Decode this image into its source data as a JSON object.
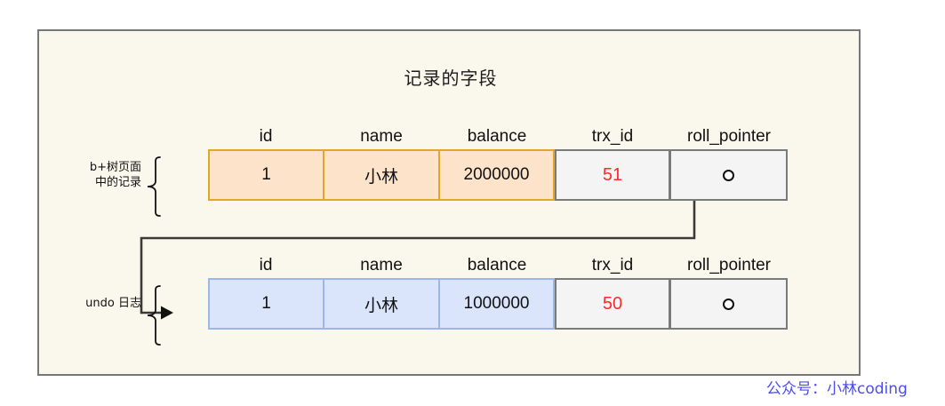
{
  "diagram": {
    "title": "记录的字段",
    "background_color": "#FAF8EC",
    "border_color": "#777777"
  },
  "columns": [
    {
      "key": "id",
      "label": "id"
    },
    {
      "key": "name",
      "label": "name"
    },
    {
      "key": "balance",
      "label": "balance"
    },
    {
      "key": "trx_id",
      "label": "trx_id"
    },
    {
      "key": "roll_pointer",
      "label": "roll_pointer"
    }
  ],
  "records": [
    {
      "annotation": "b+树页面\n中的记录",
      "annotation_line1": "b+树页面",
      "annotation_line2": "中的记录",
      "fill_color": "#FCE3C9",
      "border_color": "#E0A829",
      "cells": {
        "id": "1",
        "name": "小林",
        "balance": "2000000",
        "trx_id": "51",
        "roll_pointer": "pointer-circle-icon"
      }
    },
    {
      "annotation": "undo 日志",
      "annotation_line1": "undo 日志",
      "annotation_line2": "",
      "fill_color": "#DAE4FB",
      "border_color": "#9CB6E8",
      "cells": {
        "id": "1",
        "name": "小林",
        "balance": "1000000",
        "trx_id": "50",
        "roll_pointer": "pointer-circle-icon"
      }
    }
  ],
  "trx_id_color": "#FF2A2A",
  "connector": {
    "description": "roll_pointer of page record points to undo log record",
    "stroke_color": "#3A3A3A"
  },
  "watermark": {
    "text": "公众号：小林coding",
    "color": "#4C4CEF"
  }
}
